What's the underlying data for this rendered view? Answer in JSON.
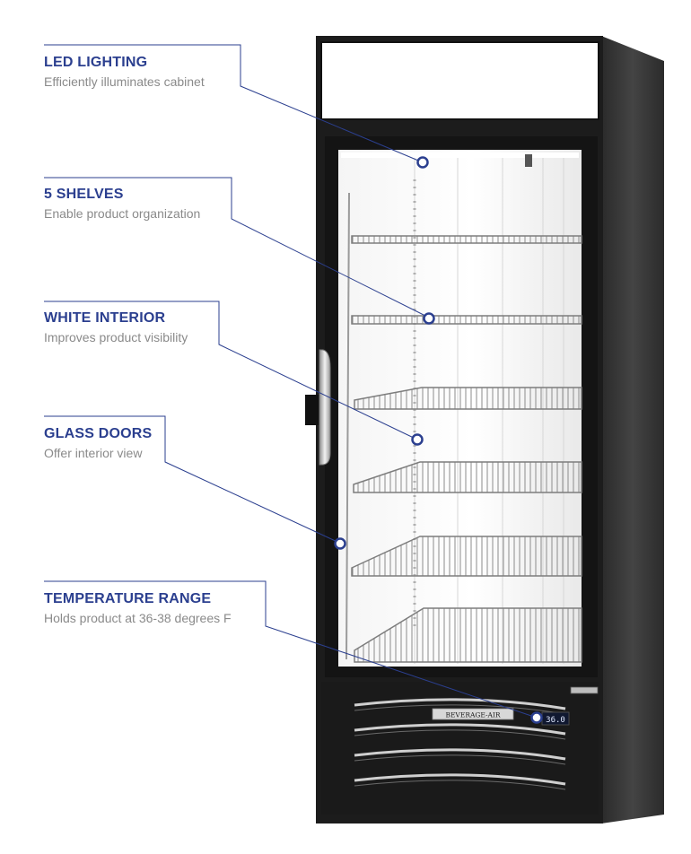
{
  "callouts": [
    {
      "id": "led",
      "title": "LED LIGHTING",
      "description": "Efficiently illuminates cabinet"
    },
    {
      "id": "shelves",
      "title": "5 SHELVES",
      "description": "Enable product organization"
    },
    {
      "id": "interior",
      "title": "WHITE INTERIOR",
      "description": "Improves product visibility"
    },
    {
      "id": "glass",
      "title": "GLASS DOORS",
      "description": "Offer interior view"
    },
    {
      "id": "temp",
      "title": "TEMPERATURE RANGE",
      "description": "Holds product at 36-38 degrees F"
    }
  ],
  "product": {
    "brand_badge": "BEVERAGE-AIR",
    "display_reading": "36.0"
  },
  "colors": {
    "accent": "#2b3f8f",
    "description_text": "#8a8a8a",
    "cabinet": "#1c1c1c"
  }
}
